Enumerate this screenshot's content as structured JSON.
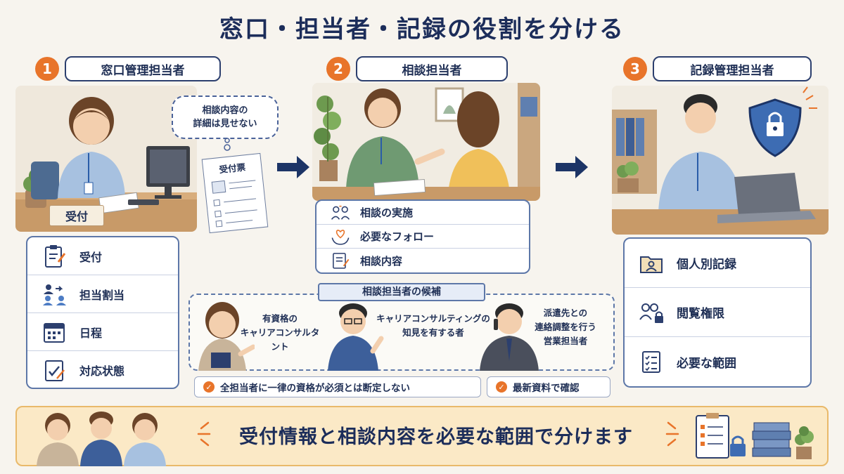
{
  "title": "窓口・担当者・記録の役割を分ける",
  "steps": [
    {
      "number": "1",
      "label": "窓口管理担当者",
      "desk_sign": "受付",
      "bubble_line1": "相談内容の",
      "bubble_line2": "詳細は見せない",
      "form_title": "受付票",
      "items": [
        {
          "icon": "clipboard-icon",
          "label": "受付"
        },
        {
          "icon": "people-assign-icon",
          "label": "担当割当"
        },
        {
          "icon": "calendar-icon",
          "label": "日程"
        },
        {
          "icon": "checklist-icon",
          "label": "対応状態"
        }
      ]
    },
    {
      "number": "2",
      "label": "相談担当者",
      "items": [
        {
          "icon": "consultation-icon",
          "label": "相談の実施"
        },
        {
          "icon": "heart-hands-icon",
          "label": "必要なフォロー"
        },
        {
          "icon": "notepad-icon",
          "label": "相談内容"
        }
      ]
    },
    {
      "number": "3",
      "label": "記録管理担当者",
      "items": [
        {
          "icon": "folder-person-icon",
          "label": "個人別記録"
        },
        {
          "icon": "users-lock-icon",
          "label": "閲覧権限"
        },
        {
          "icon": "checklist-icon",
          "label": "必要な範囲"
        }
      ]
    }
  ],
  "candidates": {
    "label": "相談担当者の候補",
    "people": [
      {
        "line1": "有資格の",
        "line2": "キャリアコンサルタント",
        "line3": ""
      },
      {
        "line1": "キャリアコンサルティングの",
        "line2": "知見を有する者",
        "line3": ""
      },
      {
        "line1": "派遣先との",
        "line2": "連絡調整を行う",
        "line3": "営業担当者"
      }
    ]
  },
  "notes": [
    "全担当者に一律の資格が必須とは断定しない",
    "最新資料で確認"
  ],
  "banner": "受付情報と相談内容を必要な範囲で分けます",
  "colors": {
    "accent": "#e8742a",
    "navy": "#1c2d5a",
    "border": "#5d77a8",
    "banner_bg": "#fbe9c6"
  }
}
